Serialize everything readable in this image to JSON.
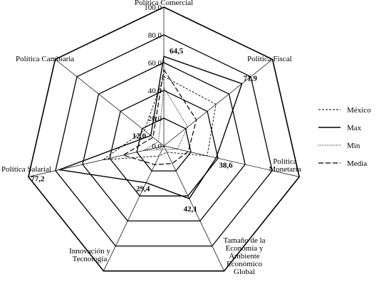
{
  "chart_data": {
    "type": "radar",
    "axes": [
      "Política Comercial",
      "Política Fiscal",
      "Política Monetaria",
      "Tamaño de la Economía y Ambiente Económico Global",
      "Innovación y Tecnología",
      "Política Salarial",
      "Política Cambiaria"
    ],
    "axis_label_lines": [
      [
        "Política Comercial"
      ],
      [
        "Política Fiscal"
      ],
      [
        "Política",
        "Monetaria"
      ],
      [
        "Tamaño de la",
        "Economía y",
        "Ambiente",
        "Económico",
        "Global"
      ],
      [
        "Innovación y",
        "Tecnología"
      ],
      [
        "Política Salarial"
      ],
      [
        "Política Cambiaria"
      ]
    ],
    "r_ticks": [
      "0,0",
      "20,0",
      "40,0",
      "60,0",
      "80,0",
      "100,0"
    ],
    "r_range": [
      0,
      100
    ],
    "series": [
      {
        "name": "México",
        "style": "dashed-fine",
        "values": [
          50,
          48,
          32,
          5,
          8,
          45,
          18
        ]
      },
      {
        "name": "Max",
        "style": "solid",
        "values": [
          64.5,
          71.9,
          38.6,
          42.1,
          29.4,
          77.2,
          12.0
        ]
      },
      {
        "name": "Min",
        "style": "dotted",
        "values": [
          42,
          22,
          10,
          3,
          3,
          15,
          5
        ]
      },
      {
        "name": "Media",
        "style": "dashed-long",
        "values": [
          55,
          30,
          18,
          14,
          15,
          30,
          10
        ]
      }
    ],
    "data_labels": [
      {
        "axis": 0,
        "text": "64,5"
      },
      {
        "axis": 1,
        "text": "71,9"
      },
      {
        "axis": 2,
        "text": "38,6"
      },
      {
        "axis": 3,
        "text": "42,1"
      },
      {
        "axis": 4,
        "text": "29,4"
      },
      {
        "axis": 5,
        "text": "77,2"
      },
      {
        "axis": 6,
        "text": "12,0"
      }
    ],
    "legend_position": "right"
  }
}
